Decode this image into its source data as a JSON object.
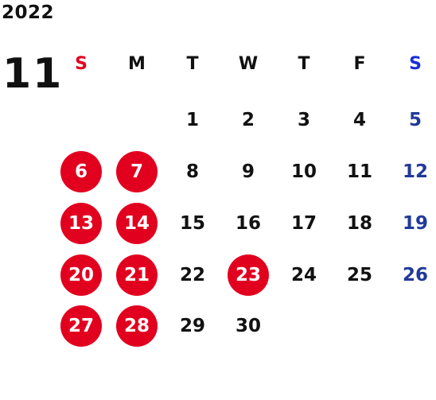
{
  "calendar": {
    "year": "2022",
    "month": "11",
    "weekdays": [
      "S",
      "M",
      "T",
      "W",
      "T",
      "F",
      "S"
    ],
    "weekday_colors": [
      "#e2001f",
      "#111111",
      "#111111",
      "#111111",
      "#111111",
      "#111111",
      "#1a2fd6"
    ],
    "weeks": [
      [
        "",
        "",
        "1",
        "2",
        "3",
        "4",
        "5"
      ],
      [
        "6",
        "7",
        "8",
        "9",
        "10",
        "11",
        "12"
      ],
      [
        "13",
        "14",
        "15",
        "16",
        "17",
        "18",
        "19"
      ],
      [
        "20",
        "21",
        "22",
        "23",
        "24",
        "25",
        "26"
      ],
      [
        "27",
        "28",
        "29",
        "30",
        "",
        "",
        ""
      ]
    ],
    "holidays": [
      "6",
      "7",
      "13",
      "14",
      "20",
      "21",
      "23",
      "27",
      "28"
    ],
    "colors": {
      "holiday_circle": "#e2001f",
      "saturday_date": "#22399a",
      "weekday_date": "#111111"
    }
  }
}
